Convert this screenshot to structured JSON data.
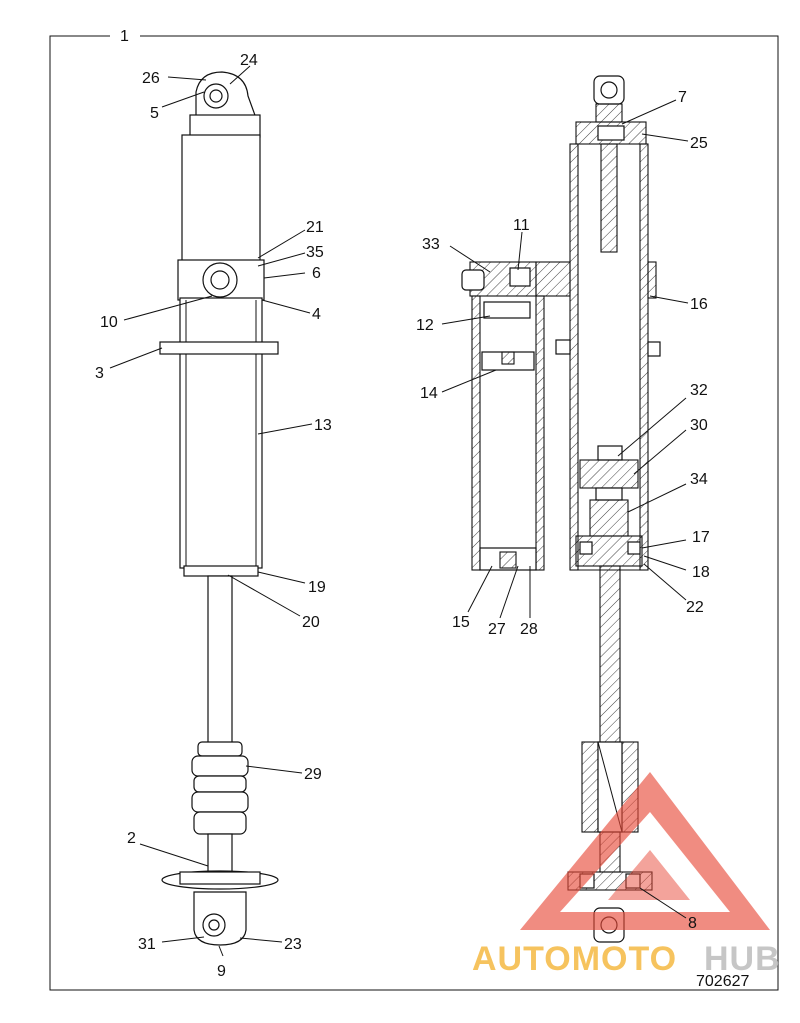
{
  "figure": {
    "assembly_number": "1",
    "catalog_number": "702627"
  },
  "watermark": {
    "word_a": "AUTOMOTO",
    "word_b": "HUB",
    "color_a": "#f5b942",
    "color_b": "#c8c8c8",
    "logo_color": "#e84b3a"
  },
  "callouts": {
    "c2": "2",
    "c3": "3",
    "c4": "4",
    "c5": "5",
    "c6": "6",
    "c7": "7",
    "c8": "8",
    "c9": "9",
    "c10": "10",
    "c11": "11",
    "c12": "12",
    "c13": "13",
    "c14": "14",
    "c15": "15",
    "c16": "16",
    "c17": "17",
    "c18": "18",
    "c19": "19",
    "c20": "20",
    "c21": "21",
    "c22": "22",
    "c23": "23",
    "c24": "24",
    "c25": "25",
    "c26": "26",
    "c27": "27",
    "c28": "28",
    "c29": "29",
    "c30": "30",
    "c31": "31",
    "c32": "32",
    "c33": "33",
    "c34": "34",
    "c35": "35"
  }
}
